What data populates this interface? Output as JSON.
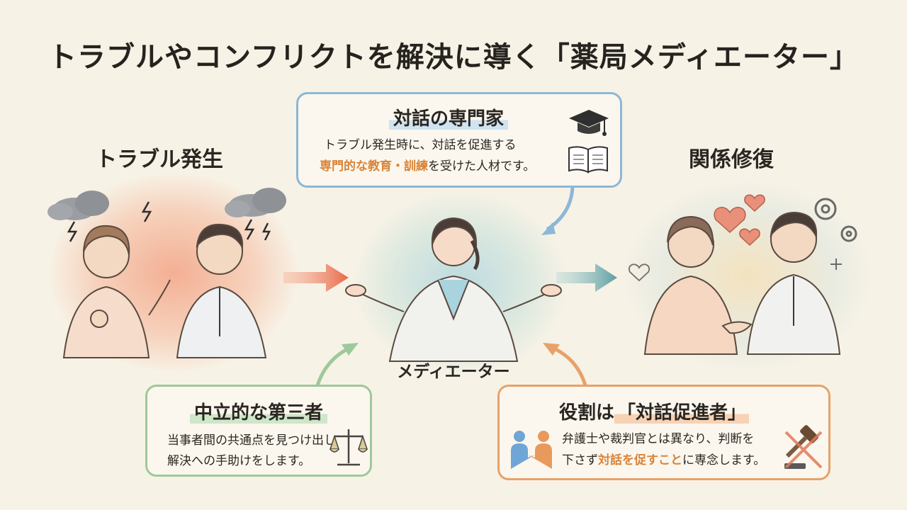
{
  "title": "トラブルやコンフリクトを解決に導く「薬局メディエーター」",
  "sections": {
    "trouble": "トラブル発生",
    "repair": "関係修復"
  },
  "mediator_label": "メディエーター",
  "expert_box": {
    "heading": "対話の専門家",
    "line1": "トラブル発生時に、対話を促進する",
    "line2_highlight": "専門的な教育・訓練",
    "line2_rest": "を受けた人材です。"
  },
  "neutral_box": {
    "heading": "中立的な第三者",
    "line1": "当事者間の共通点を見つけ出し",
    "line2": "解決への手助けをします。"
  },
  "role_box": {
    "heading_prefix": "役割は",
    "heading_highlight": "「対話促進者」",
    "line1": "弁護士や裁判官とは異なり、判断を",
    "line2_prefix": "下さず",
    "line2_highlight": "対話を促すこと",
    "line2_rest": "に専念します。"
  },
  "icons": [
    "graduation-cap-icon",
    "open-book-icon",
    "scales-icon",
    "handshake-people-icon",
    "gavel-crossed-icon",
    "storm-cloud-icon",
    "lightning-icon",
    "heart-icon",
    "gear-icon",
    "sparkle-icon"
  ],
  "colors": {
    "trouble_glow": "#f07850",
    "mediator_glow": "#8cc8dc",
    "repair_glow": "#f0d296",
    "expert_border": "#8db7d6",
    "neutral_border": "#9ec99a",
    "role_border": "#e6a26a",
    "accent_orange": "#d9843a"
  }
}
